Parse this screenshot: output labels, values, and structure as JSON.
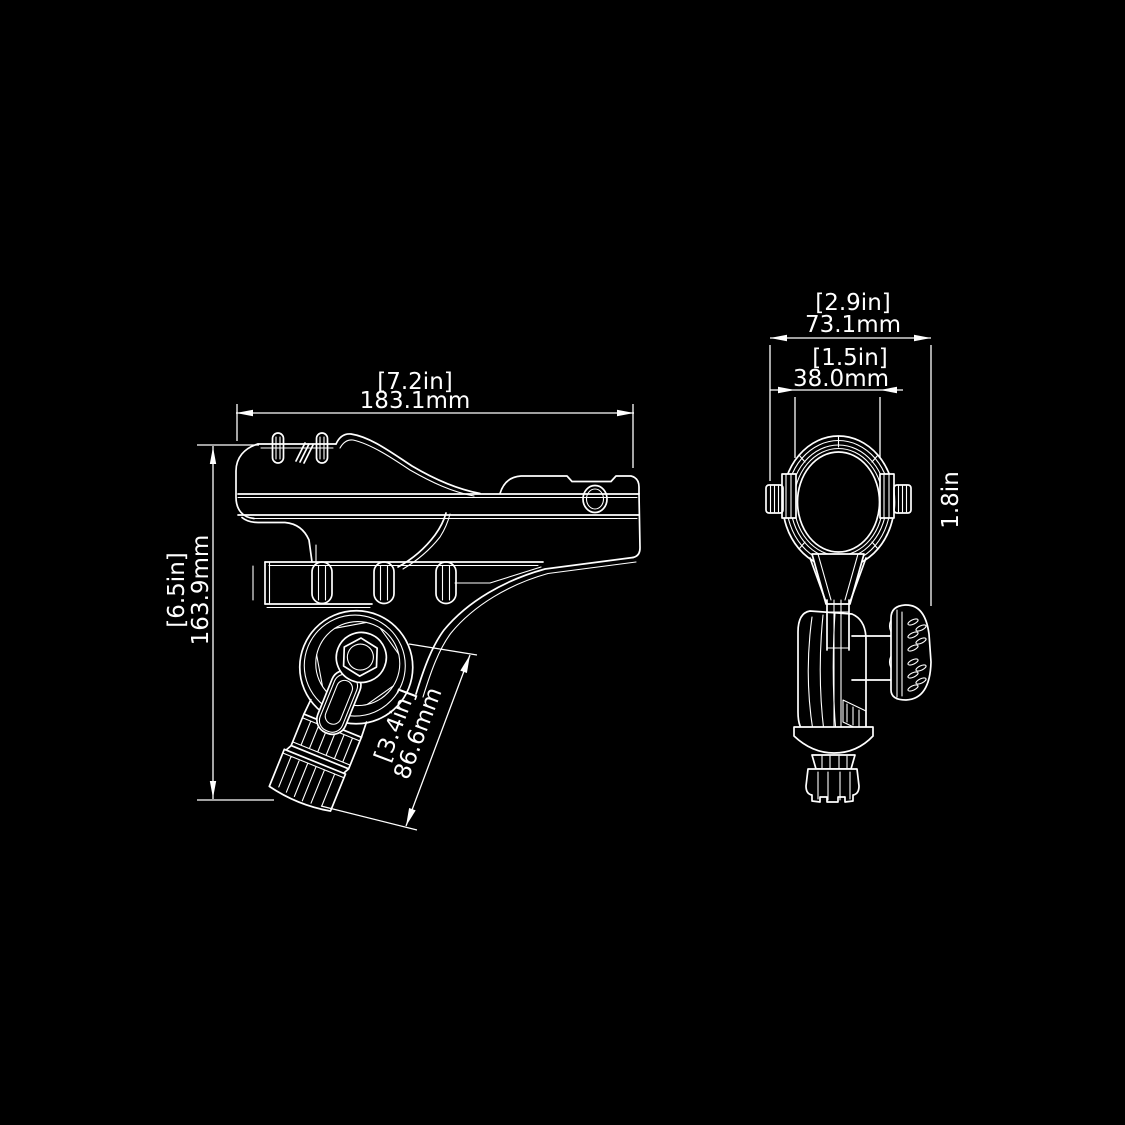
{
  "colors": {
    "background": "#000000",
    "line": "#ffffff"
  },
  "dimensions": {
    "side_view": {
      "overall_width": {
        "in_label": "[7.2in]",
        "mm_label": "183.1mm"
      },
      "overall_height": {
        "in_label": "[6.5in]",
        "mm_label": "163.9mm"
      },
      "shaft_length": {
        "in_label": "[3.4in]",
        "mm_label": "86.6mm"
      }
    },
    "front_view": {
      "overall_width": {
        "in_label": "[2.9in]",
        "mm_label": "73.1mm"
      },
      "tube_inner_width": {
        "in_label": "[1.5in]",
        "mm_label": "38.0mm"
      },
      "tube_depth": {
        "in_label": "1.8in"
      }
    }
  }
}
